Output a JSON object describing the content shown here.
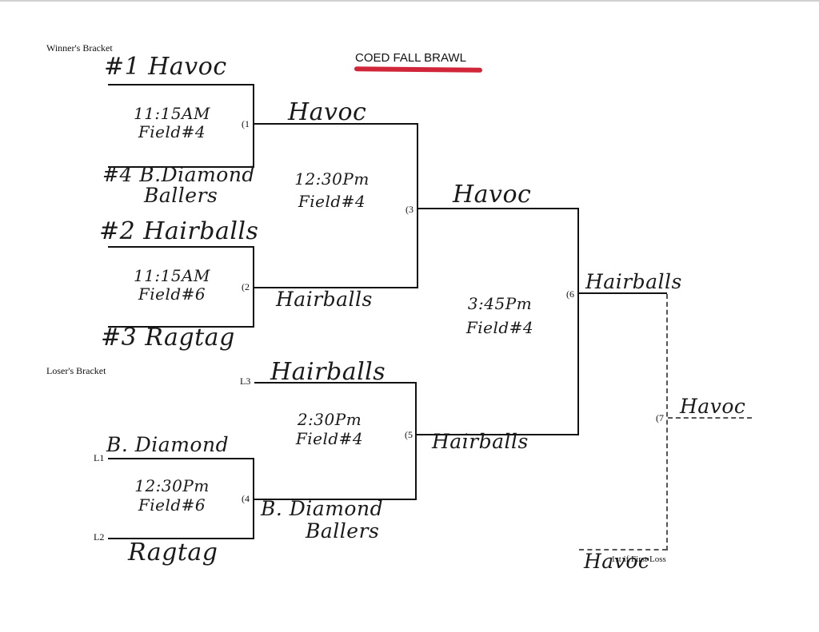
{
  "title": "COED FALL BRAWL",
  "labels": {
    "winners_bracket": "Winner's Bracket",
    "losers_bracket": "Loser's Bracket",
    "first_loss_note": "1st if First Loss"
  },
  "game_numbers": {
    "g1": "(1",
    "g2": "(2",
    "g3": "(3",
    "g4": "(4",
    "g5": "(5",
    "g6": "(6",
    "g7": "(7",
    "l1": "L1",
    "l2": "L2",
    "l3": "L3"
  },
  "teams": {
    "seed1": "#1 Havoc",
    "seed4_line1": "#4 B.Diamond",
    "seed4_line2": "Ballers",
    "seed2": "#2 Hairballs",
    "seed3": "#3 Ragtag",
    "g1_winner": "Havoc",
    "g2_winner": "Hairballs",
    "g3_winner": "Havoc",
    "l3_team": "Hairballs",
    "l1_team": "B. Diamond",
    "l2_team": "Ragtag",
    "g4_winner_line1": "B. Diamond",
    "g4_winner_line2": "Ballers",
    "g5_winner": "Hairballs",
    "g6_winner": "Hairballs",
    "g7_winner": "Havoc",
    "first_loss_team": "Havoc"
  },
  "schedule": {
    "g1_time": "11:15AM",
    "g1_field": "Field#4",
    "g2_time": "11:15AM",
    "g2_field": "Field#6",
    "g3_time": "12:30Pm",
    "g3_field": "Field#4",
    "g4_time": "12:30Pm",
    "g4_field": "Field#6",
    "g5_time": "2:30Pm",
    "g5_field": "Field#4",
    "g6_time": "3:45Pm",
    "g6_field": "Field#4"
  }
}
